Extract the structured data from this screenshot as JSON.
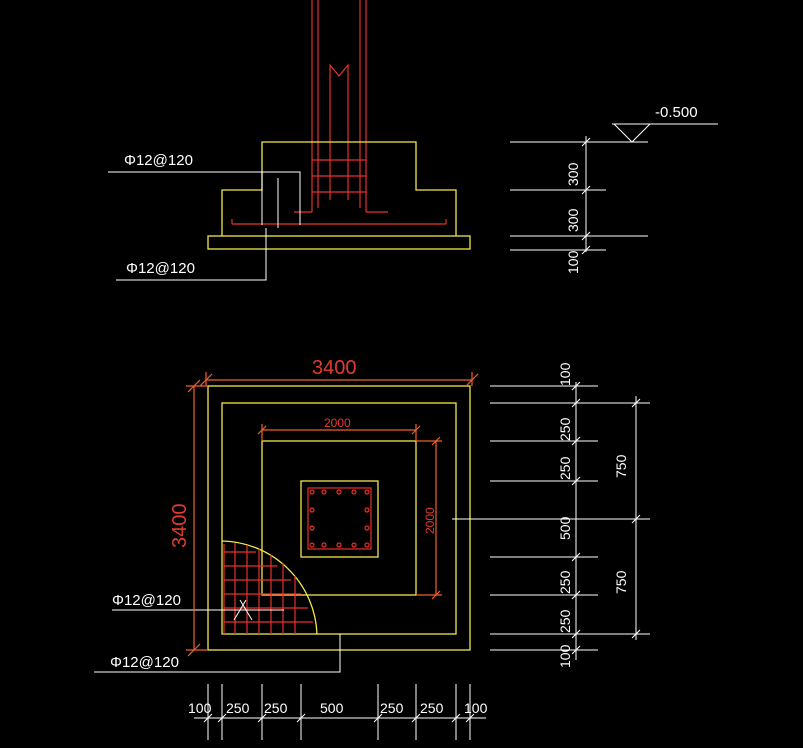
{
  "section": {
    "rebar_top_label": "Φ12@120",
    "rebar_bottom_label": "Φ12@120",
    "elevation_label": "-0.500",
    "dims": [
      "300",
      "300",
      "100"
    ]
  },
  "plan": {
    "overall_width": "3400",
    "overall_height": "3400",
    "inner_width": "2000",
    "inner_height": "2000",
    "rebar_label_1": "Φ12@120",
    "rebar_label_2": "Φ12@120",
    "right_dims": [
      "100",
      "250",
      "250",
      "500",
      "250",
      "250",
      "100"
    ],
    "right_dims_outer": [
      "750",
      "750"
    ],
    "bottom_dims": [
      "100",
      "250",
      "250",
      "500",
      "250",
      "250",
      "100"
    ]
  },
  "colors": {
    "background": "#000000",
    "outline": "#f2e84a",
    "rebar": "#e8302a",
    "dimension": "#f0612a",
    "leader": "#ffffff"
  }
}
